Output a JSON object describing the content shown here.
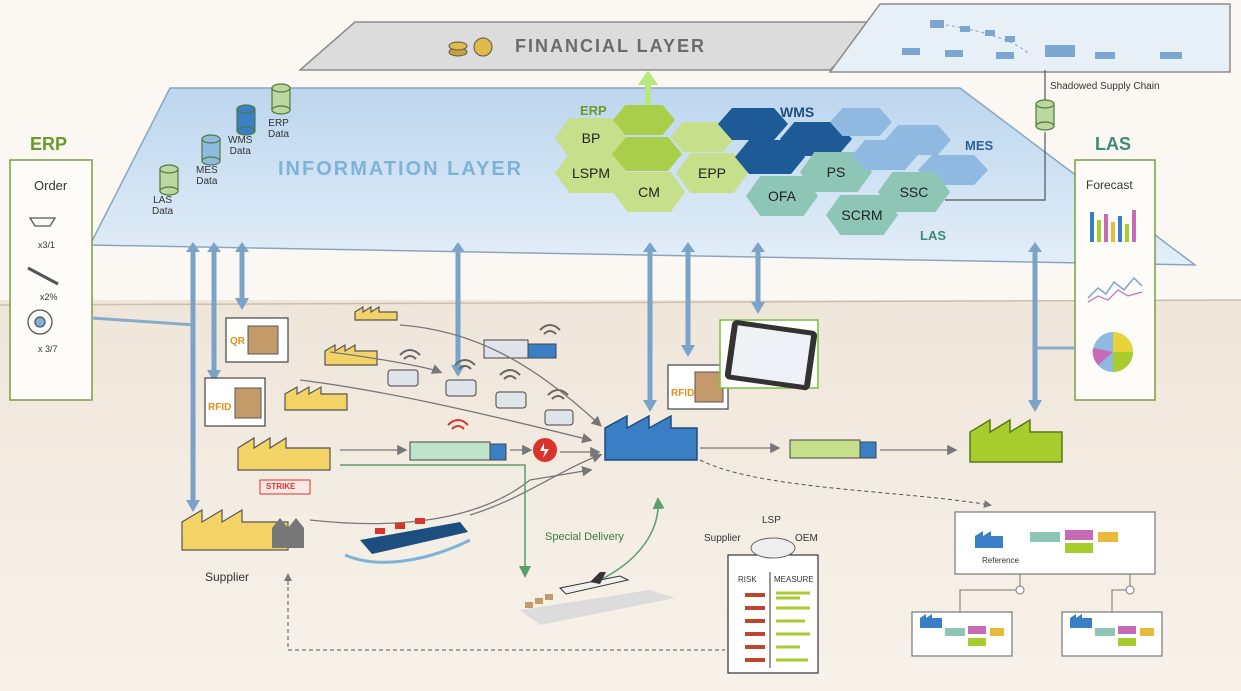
{
  "financial_layer": {
    "title": "FINANCIAL LAYER"
  },
  "shadow": {
    "caption": "Shadowed Supply Chain"
  },
  "information_layer": {
    "title": "INFORMATION LAYER",
    "databases": [
      {
        "label": "LAS\nData"
      },
      {
        "label": "MES\nData"
      },
      {
        "label": "WMS\nData"
      },
      {
        "label": "ERP\nData"
      }
    ]
  },
  "hex_group_labels": {
    "erp": "ERP",
    "wms": "WMS",
    "mes": "MES",
    "las": "LAS"
  },
  "hexes": [
    {
      "label": "BP",
      "tone": "hex-g"
    },
    {
      "label": "",
      "tone": "hex-gd"
    },
    {
      "label": "",
      "tone": "hex-g"
    },
    {
      "label": "LSPM",
      "tone": "hex-g"
    },
    {
      "label": "",
      "tone": "hex-gd"
    },
    {
      "label": "EPP",
      "tone": "hex-g"
    },
    {
      "label": "CM",
      "tone": "hex-g"
    },
    {
      "label": "",
      "tone": "hex-b"
    },
    {
      "label": "",
      "tone": "hex-b"
    },
    {
      "label": "",
      "tone": "hex-bl"
    },
    {
      "label": "",
      "tone": "hex-bl"
    },
    {
      "label": "",
      "tone": "hex-b"
    },
    {
      "label": "PS",
      "tone": "hex-t"
    },
    {
      "label": "",
      "tone": "hex-bl"
    },
    {
      "label": "",
      "tone": "hex-bl"
    },
    {
      "label": "OFA",
      "tone": "hex-t"
    },
    {
      "label": "SSC",
      "tone": "hex-t"
    },
    {
      "label": "SCRM",
      "tone": "hex-t"
    }
  ],
  "erp_panel": {
    "title": "ERP",
    "subtitle": "Order",
    "items": [
      "x3/1",
      "x2%",
      "x 3/7"
    ]
  },
  "las_panel": {
    "title": "LAS",
    "subtitle": "Forecast"
  },
  "tags": {
    "qr": "QR",
    "rfid1": "RFID",
    "rfid2": "RFID",
    "strike": "STRIKE"
  },
  "labels": {
    "supplier": "Supplier",
    "special_delivery": "Special Delivery",
    "supplier2": "Supplier",
    "lsp": "LSP",
    "oem": "OEM",
    "risk": "RISK",
    "measure": "MEASURE",
    "reference": "Reference"
  },
  "colors": {
    "blue_factory": "#3a7fc6",
    "green_factory": "#a7cc2e",
    "yellow_factory": "#f3d266",
    "accent_green": "#7cbf3a"
  }
}
